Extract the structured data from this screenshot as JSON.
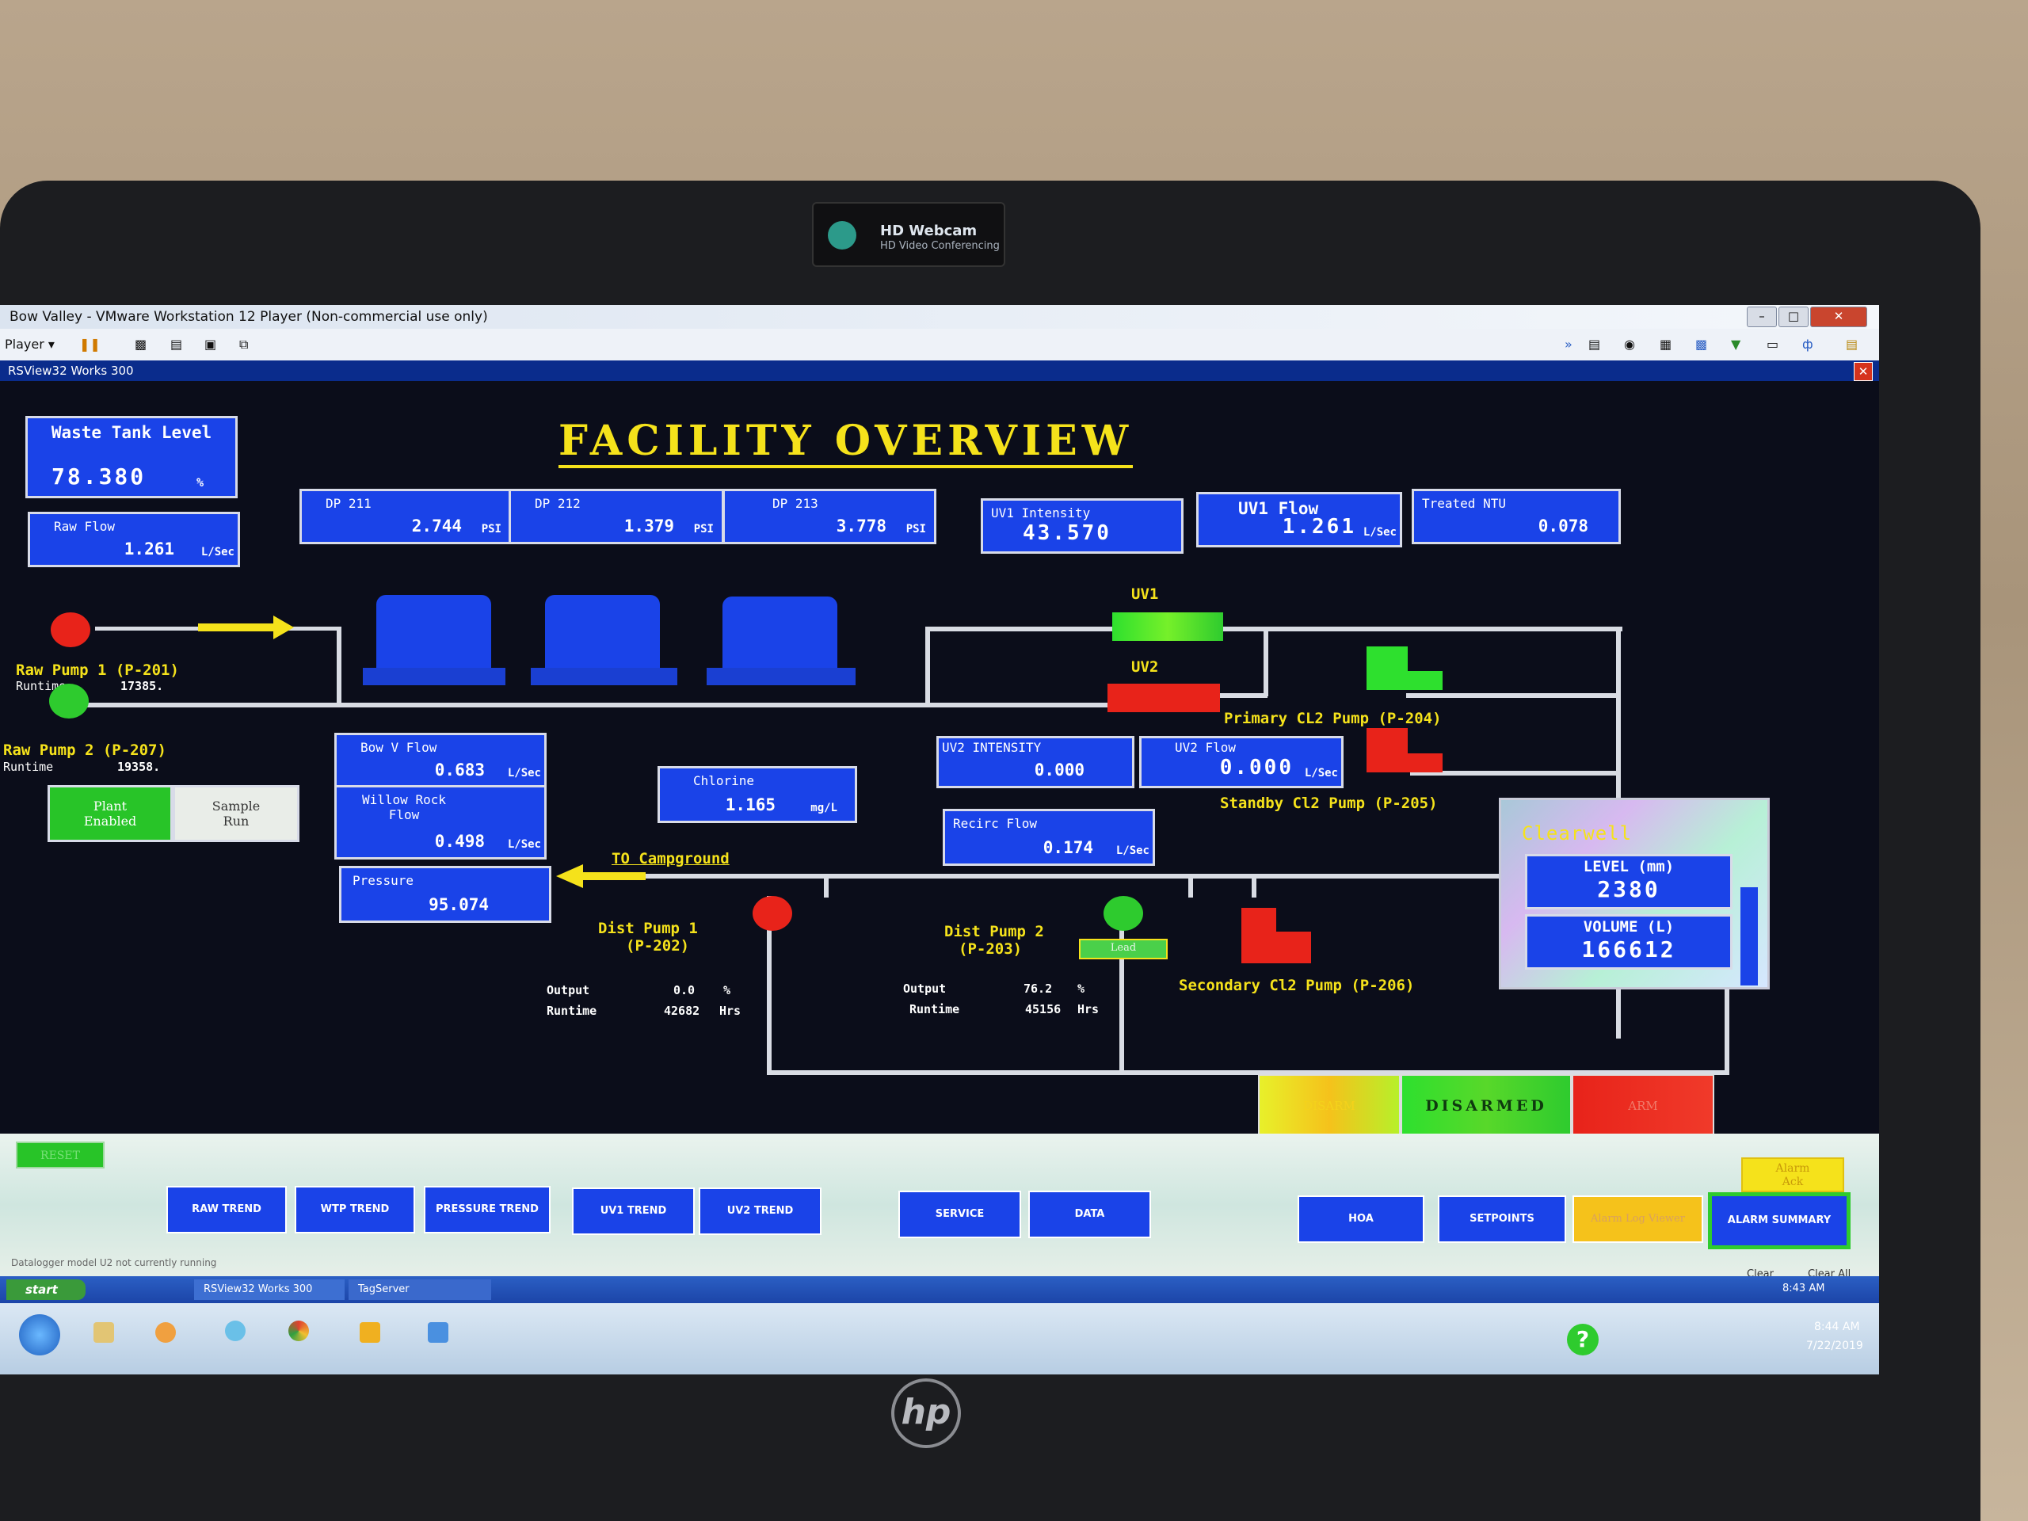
{
  "webcam": {
    "title": "HD Webcam",
    "subtitle": "HD Video Conferencing"
  },
  "window": {
    "title": "Bow Valley - VMware Workstation 12 Player (Non-commercial use only)",
    "menu": "Player ▾"
  },
  "app": {
    "title": "RSView32 Works 300"
  },
  "hmi": {
    "heading": "FACILITY OVERVIEW",
    "waste_tank": {
      "label": "Waste Tank Level",
      "value": "78.380",
      "unit": "%"
    },
    "raw_flow": {
      "label": "Raw Flow",
      "value": "1.261",
      "unit": "L/Sec"
    },
    "dp": [
      {
        "label": "DP 211",
        "value": "2.744",
        "unit": "PSI"
      },
      {
        "label": "DP 212",
        "value": "1.379",
        "unit": "PSI"
      },
      {
        "label": "DP 213",
        "value": "3.778",
        "unit": "PSI"
      }
    ],
    "uv1_intensity": {
      "label": "UV1 Intensity",
      "value": "43.570"
    },
    "uv1_flow": {
      "label": "UV1 Flow",
      "value": "1.261",
      "unit": "L/Sec"
    },
    "treated_ntu": {
      "label": "Treated NTU",
      "value": "0.078"
    },
    "uv1_label": "UV1",
    "uv2_label": "UV2",
    "uv2_intensity": {
      "label": "UV2 INTENSITY",
      "value": "0.000"
    },
    "uv2_flow": {
      "label": "UV2 Flow",
      "value": "0.000",
      "unit": "L/Sec"
    },
    "recirc_flow": {
      "label": "Recirc Flow",
      "value": "0.174",
      "unit": "L/Sec"
    },
    "raw_pump1": {
      "label": "Raw Pump 1 (P-201)",
      "runtime_label": "Runtime",
      "runtime": "17385."
    },
    "raw_pump2": {
      "label": "Raw Pump 2 (P-207)",
      "runtime_label": "Runtime",
      "runtime": "19358."
    },
    "plant_enabled": "Plant Enabled",
    "sample_run": "Sample Run",
    "bow_v_flow": {
      "label": "Bow V Flow",
      "value": "0.683",
      "unit": "L/Sec"
    },
    "willow_rock_flow": {
      "label": "Willow Rock Flow",
      "value": "0.498",
      "unit": "L/Sec"
    },
    "chlorine": {
      "label": "Chlorine",
      "value": "1.165",
      "unit": "mg/L"
    },
    "pressure": {
      "label": "Pressure",
      "value": "95.074"
    },
    "to_campground": "TO Campground",
    "primary_cl2": "Primary CL2 Pump (P-204)",
    "standby_cl2": "Standby Cl2 Pump (P-205)",
    "secondary_cl2": "Secondary Cl2 Pump (P-206)",
    "dist_pump1": {
      "label": "Dist Pump 1",
      "tag": "(P-202)",
      "output_label": "Output",
      "output": "0.0",
      "output_unit": "%",
      "runtime_label": "Runtime",
      "runtime": "42682",
      "runtime_unit": "Hrs"
    },
    "dist_pump2": {
      "label": "Dist Pump 2",
      "tag": "(P-203)",
      "lead": "Lead",
      "output_label": "Output",
      "output": "76.2",
      "output_unit": "%",
      "runtime_label": "Runtime",
      "runtime": "45156",
      "runtime_unit": "Hrs"
    },
    "clearwell": {
      "title": "Clearwell",
      "level_label": "LEVEL (mm)",
      "level": "2380",
      "volume_label": "VOLUME (L)",
      "volume": "166612"
    },
    "alarm_state": {
      "disarm": "DISARM",
      "status": "DISARMED",
      "arm": "ARM"
    }
  },
  "controls": {
    "reset": "RESET",
    "alarm_ack": "Alarm Ack",
    "buttons": [
      "RAW TREND",
      "WTP TREND",
      "PRESSURE TREND",
      "UV1 TREND",
      "UV2 TREND",
      "SERVICE",
      "DATA",
      "HOA",
      "SETPOINTS",
      "Alarm Log Viewer",
      "ALARM SUMMARY"
    ],
    "status_msg": "Datalogger model U2 not currently running",
    "clear": "Clear",
    "clear_all": "Clear All"
  },
  "taskbar": {
    "start": "start",
    "item1": "RSView32 Works 300",
    "item2": "TagServer",
    "time1": "8:43 AM",
    "time2": "8:44 AM",
    "date": "7/22/2019"
  },
  "colors": {
    "hmi_blue": "#1a43e8",
    "pump_red": "#e8231a",
    "pump_green": "#2ecb2e",
    "label_yellow": "#f5e21b"
  }
}
